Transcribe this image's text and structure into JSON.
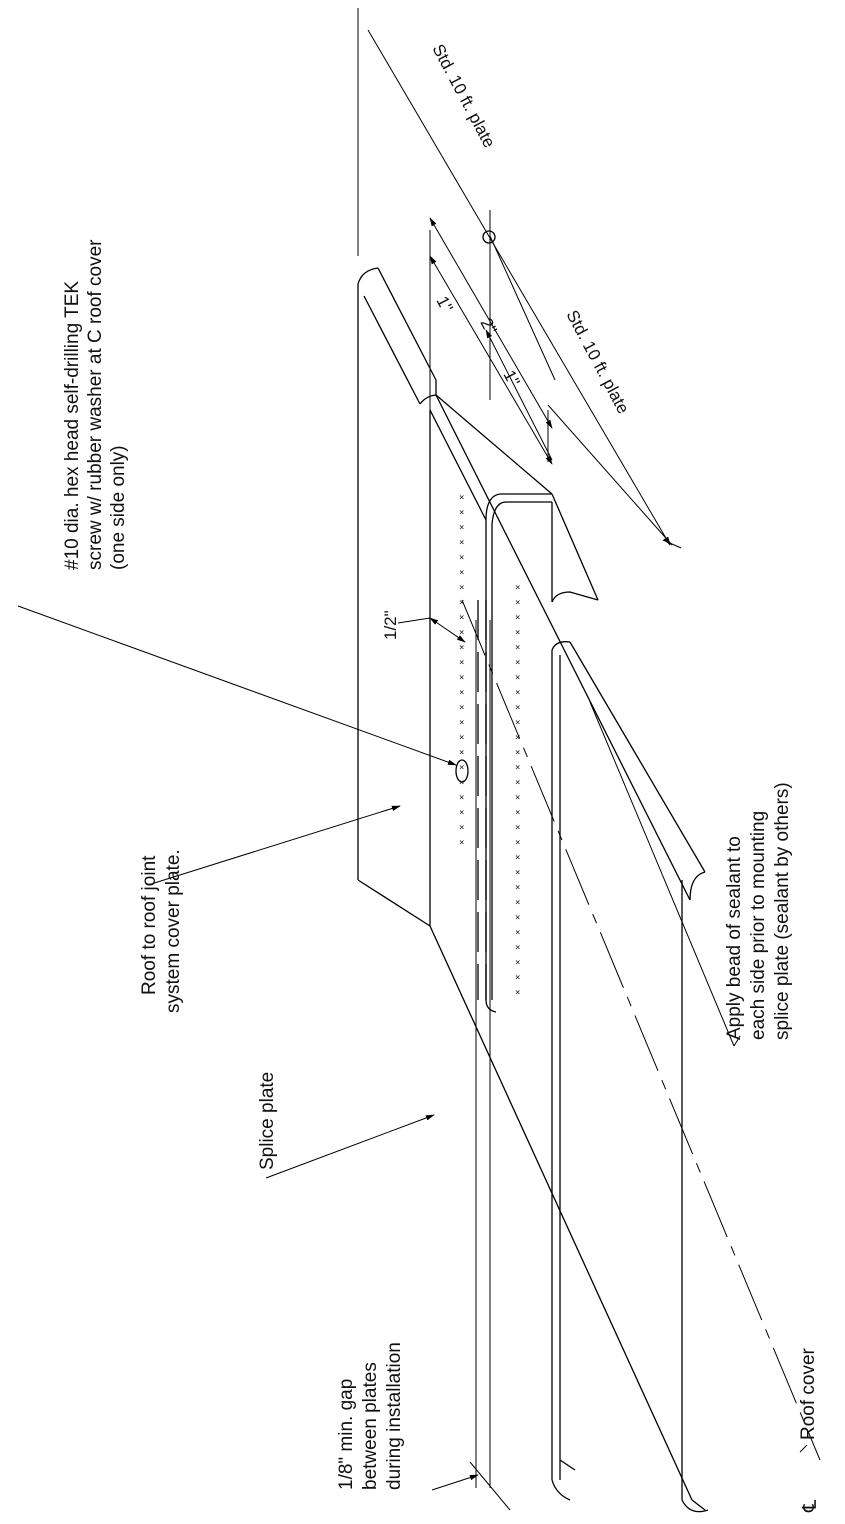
{
  "labels": {
    "screw": [
      "#10 dia. hex head self-drilling TEK",
      "screw w/ rubber washer at C roof cover",
      "(one side only)"
    ],
    "cover_plate": [
      "Roof to roof joint",
      "system cover plate."
    ],
    "splice_plate": "Splice plate",
    "sealant": [
      "Apply bead of sealant to",
      "each side prior to mounting",
      "splice plate (sealant by others)"
    ],
    "gap": [
      "1/8\" min. gap",
      "between plates",
      "during installation"
    ],
    "roof_cover": "Roof cover",
    "centerline_symbol": "℄",
    "std_plate_1": "Std. 10 ft. plate",
    "std_plate_2": "Std. 10 ft. plate"
  },
  "dimensions": {
    "half_inch": "1/2\"",
    "one_inch_a": "1\"",
    "two_inch": "2\"",
    "one_inch_b": "1\""
  }
}
